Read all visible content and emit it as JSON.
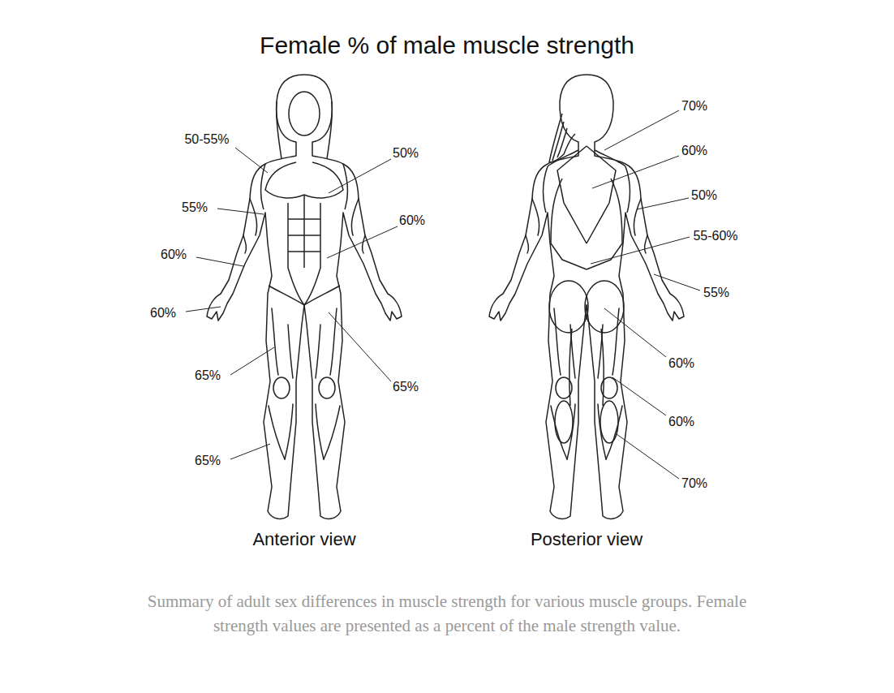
{
  "diagram": {
    "title": "Female % of male muscle strength",
    "caption": "Summary of adult sex differences in muscle strength for various muscle groups. Female strength values are presented as a percent of the male strength value.",
    "labels": [
      "50-55%",
      "50%",
      "55%",
      "60%",
      "60%",
      "60%",
      "65%",
      "65%",
      "65%",
      "Anterior view",
      "70%",
      "60%",
      "50%",
      "55-60%",
      "55%",
      "60%",
      "60%",
      "70%",
      "Posterior view"
    ]
  }
}
